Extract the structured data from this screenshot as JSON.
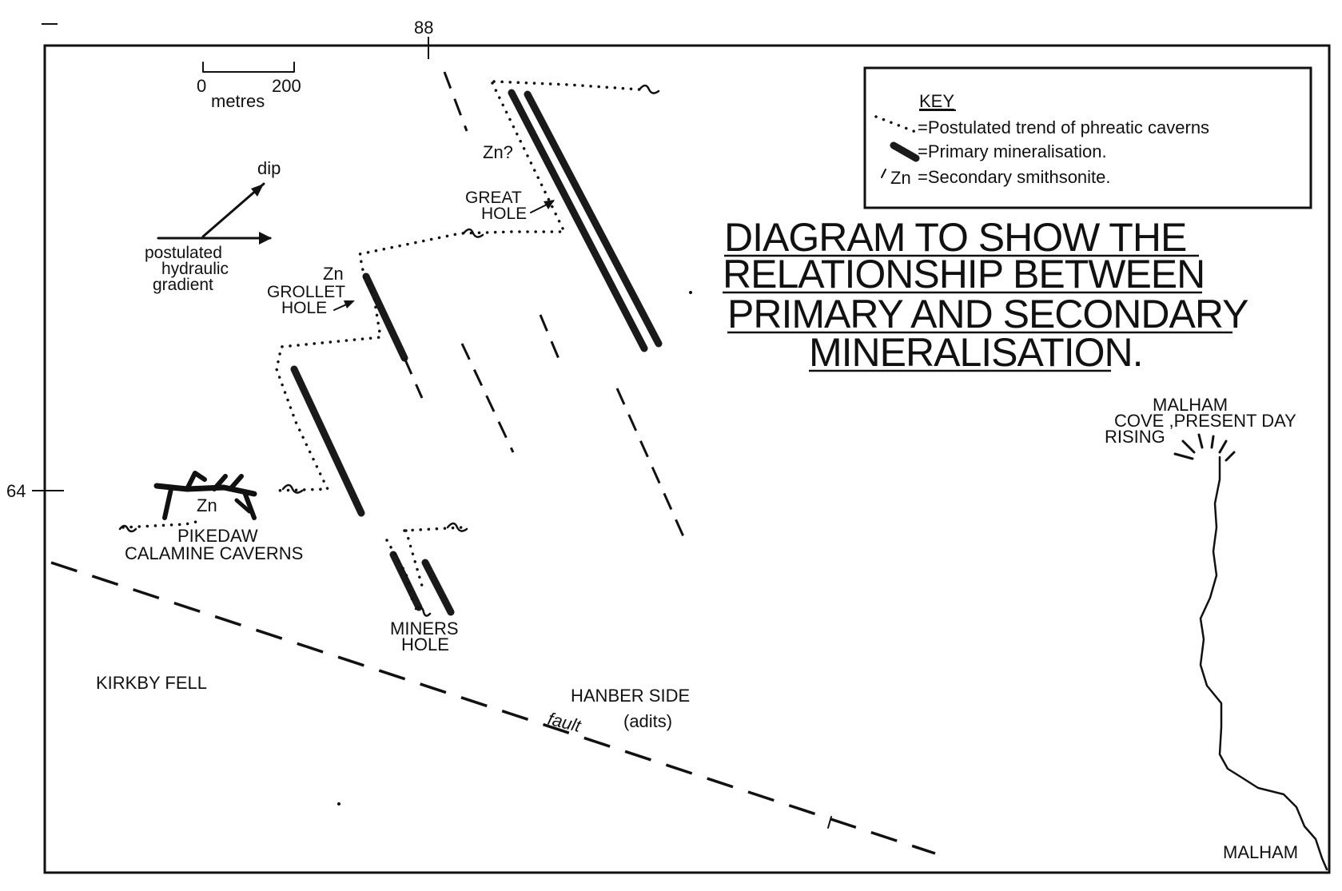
{
  "grid": {
    "easting_label": "88",
    "northing_label": "64"
  },
  "scale_bar": {
    "start": "0",
    "end": "200",
    "unit": "metres"
  },
  "key": {
    "heading": "KEY",
    "items": [
      {
        "symbol": "dotted-line",
        "label": "=Postulated trend of phreatic caverns"
      },
      {
        "symbol": "thick-line",
        "label": "=Primary mineralisation."
      },
      {
        "symbol": "zn-mark",
        "symbol_text": "Zn",
        "label": "=Secondary smithsonite."
      }
    ]
  },
  "title": {
    "lines": [
      "DIAGRAM TO SHOW THE",
      "RELATIONSHIP BETWEEN",
      "PRIMARY AND SECONDARY",
      "MINERALISATION."
    ]
  },
  "dip": {
    "dip_label": "dip",
    "gradient_label_lines": [
      "postulated",
      "hydraulic",
      "gradient"
    ]
  },
  "places": {
    "great_hole": [
      "GREAT",
      "HOLE"
    ],
    "grollet_hole": [
      "GROLLET",
      "HOLE"
    ],
    "pikedaw": [
      "PIKEDAW",
      "CALAMINE CAVERNS"
    ],
    "miners_hole": [
      "MINERS",
      "HOLE"
    ],
    "kirkby_fell": "KIRKBY FELL",
    "hanber_side": "HANBER SIDE",
    "adits": "(adits)",
    "fault": "fault",
    "malham_cove": [
      "MALHAM",
      "COVE ,PRESENT DAY",
      "RISING"
    ],
    "malham": "MALHAM"
  },
  "zn_labels": {
    "great_hole_query": "Zn?",
    "grollet": "Zn",
    "pikedaw": "Zn"
  },
  "colors": {
    "ink": "#111111",
    "paper": "#ffffff"
  }
}
